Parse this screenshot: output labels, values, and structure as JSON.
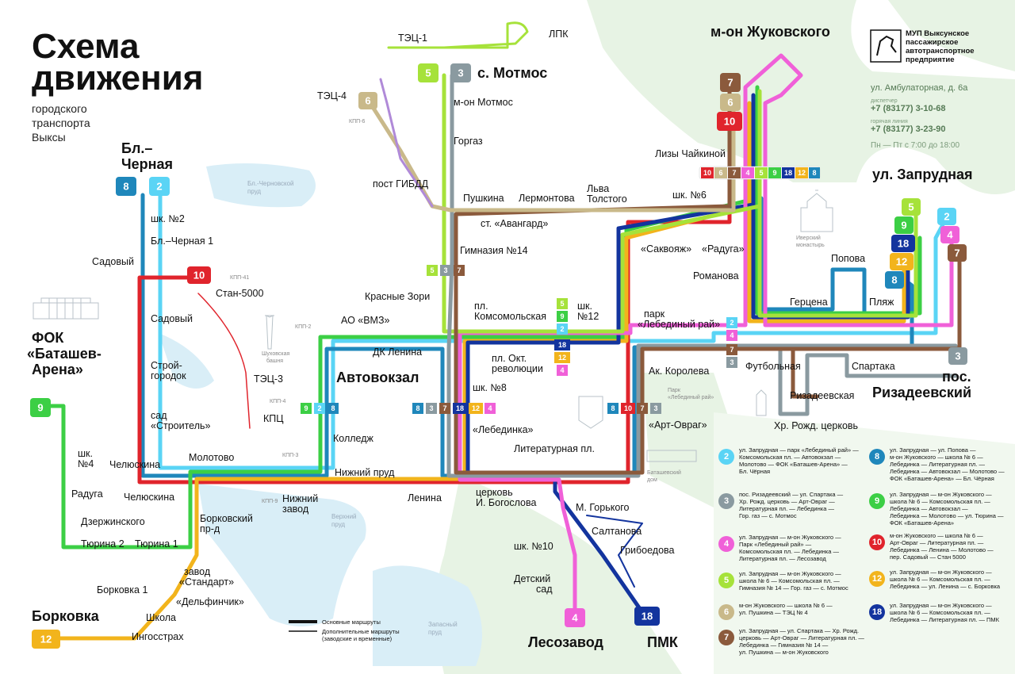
{
  "title": {
    "line1": "Схема",
    "line2": "движения",
    "sub1": "городского",
    "sub2": "транспорта",
    "sub3": "Выксы"
  },
  "org": {
    "line1": "МУП Выксунское",
    "line2": "пассажирское",
    "line3": "автотранспортное",
    "line4": "предприятие",
    "address": "ул. Амбулаторная, д. 6а",
    "dispatcher_label": "диспетчер",
    "dispatcher_phone": "+7 (83177) 3-10-68",
    "hotline_label": "горячая линия",
    "hotline_phone": "+7 (83177) 3-23-90",
    "hours": "Пн — Пт с 7:00 до 18:00"
  },
  "colors": {
    "r2": "#5ad4f5",
    "r3": "#8a9aa0",
    "r4": "#f060d8",
    "r5": "#a6e23a",
    "r6": "#c9b98a",
    "r7": "#8b5a3c",
    "r8": "#1f87bb",
    "r9": "#3ccf45",
    "r10": "#e0242c",
    "r12": "#f2b41c",
    "r18": "#13349e",
    "water": "#d9eef7",
    "green": "#e7f3e4"
  },
  "terminals": {
    "bl_chernaya": "Бл.–\nЧерная",
    "motmos": "с. Мотмос",
    "zhukovskogo": "м-он Жуковского",
    "zaprudnaya": "ул. Запрудная",
    "fok": "ФОК\n«Баташев-\nАрена»",
    "avtovokzal": "Автовокзал",
    "rizadeevsky": "пос.\nРизадеевский",
    "borkovka": "Борковка",
    "lesozavod": "Лесозавод",
    "pmk": "ПМК"
  },
  "stations": {
    "tets1": "ТЭЦ-1",
    "lpk": "ЛПК",
    "tets4": "ТЭЦ-4",
    "mon_motmos": "м-он Мотмос",
    "gorgaz": "Горгаз",
    "post_gibdd": "пост ГИБДД",
    "pushkina": "Пушкина",
    "lermontova": "Лермонтова",
    "lva_tolstogo": "Льва\nТолстого",
    "avangard": "ст. «Авангард»",
    "gimnaziya": "Гимназия №14",
    "krasnye_zori": "Красные Зори",
    "komsomolskaya": "пл.\nКомсомольская",
    "shk12": "шк.\n№12",
    "ao_vmz": "АО «ВМЗ»",
    "dk_lenina": "ДК Ленина",
    "okt_rev": "пл. Окт.\nреволюции",
    "shk8": "шк. №8",
    "lebedinka": "«Лебединка»",
    "literaturnaya": "Литературная пл.",
    "kolledzh": "Колледж",
    "nizhny_prud": "Нижний пруд",
    "lenina": "Ленина",
    "tserkov": "церковь\nИ. Богослова",
    "nizhny_zavod": "Нижний\nзавод",
    "m_gorkogo": "М. Горького",
    "saltanova": "Салтанова",
    "griboedova": "Грибоедова",
    "shk10": "шк. №10",
    "detsky_sad": "Детский\nсад",
    "tets3": "ТЭЦ-3",
    "kpc": "КПЦ",
    "stan5000": "Стан-5000",
    "shk2": "шк. №2",
    "bl_chernaya1": "Бл.–Черная 1",
    "sadovy1": "Садовый",
    "sadovy2": "Садовый",
    "stroigorodok": "Строй-\nгородок",
    "sad_stroitel": "сад\n«Строитель»",
    "molotovo": "Молотово",
    "chelyuskina1": "Челюскина",
    "chelyuskina2": "Челюскина",
    "shk4": "шк.\n№4",
    "raduga1": "Радуга",
    "dzerzhinskogo": "Дзержинского",
    "tyurina2": "Тюрина 2",
    "tyurina1": "Тюрина 1",
    "borkovsky": "Борковский\nпр-д",
    "zavod_standart": "завод\n«Стандарт»",
    "delfinchik": "«Дельфинчик»",
    "borkovka1": "Борковка 1",
    "shkola": "Школа",
    "ingosstrakh": "Ингосстрах",
    "lizy_chaikinoy": "Лизы Чайкиной",
    "shk6": "шк. №6",
    "sakvoyazh": "«Саквояж»",
    "raduga2": "«Радуга»",
    "romanova": "Романова",
    "gertsena": "Герцена",
    "popova": "Попова",
    "plyazh": "Пляж",
    "park_lebediny": "парк\n«Лебединый рай»",
    "ak_koroleva": "Ак. Королева",
    "art_ovrag": "«Арт-Овраг»",
    "futbolnaya": "Футбольная",
    "spartaka": "Спартака",
    "rizadeevskaya": "Ризадеевская",
    "khr_rozhd": "Хр. Рожд. церковь"
  },
  "places": {
    "bl_chern_prud": "Бл.-Черновской\nпруд",
    "shukh_bashnya": "Шуховская\nбашня",
    "iversky": "Иверский\nмонастырь",
    "park_lebediny_bg": "Парк\n«Лебединый рай»",
    "batashevsky_dom": "Баташевский\nдом",
    "verkhny_prud": "Верхний\nпруд",
    "zapasny_prud": "Запасный\nпруд"
  },
  "checkpoints": {
    "kpp6": "КПП-6",
    "kpp41": "КПП-41",
    "kpp2": "КПП-2",
    "kpp4": "КПП-4",
    "kpp3": "КПП-3",
    "kpp9": "КПП-9"
  },
  "legend": {
    "main": "Основные маршруты",
    "extra1": "Дополнительные маршруты",
    "extra2": "(заводские и временные)"
  },
  "route_list": [
    {
      "num": "2",
      "color": "#5ad4f5",
      "text": "ул. Запрудная — парк «Лебединый рай» —\nКомсомольская пл. — Автовокзал —\nМолотово — ФОК «Баташев-Арена» —\nБл. Чёрная"
    },
    {
      "num": "3",
      "color": "#8a9aa0",
      "text": "пос. Ризадеевский — ул. Спартака —\nХр. Рожд. церковь — Арт-Овраг —\nЛитературная пл. — Лебединка —\nГор. газ — с. Мотмос"
    },
    {
      "num": "4",
      "color": "#f060d8",
      "text": "ул. Запрудная — м-он Жуковского —\nПарк «Лебединый рай» —\nКомсомольская пл. — Лебединка —\nЛитературная пл. — Лесозавод"
    },
    {
      "num": "5",
      "color": "#a6e23a",
      "text": "ул. Запрудная — м-он Жуковского —\nшкола № 6 — Комсомольская пл. —\nГимназия № 14 — Гор. газ — с. Мотмос"
    },
    {
      "num": "6",
      "color": "#c9b98a",
      "text": "м-он Жуковского — школа № 6 —\nул. Пушкина — ТЭЦ № 4"
    },
    {
      "num": "7",
      "color": "#8b5a3c",
      "text": "ул. Запрудная — ул. Спартака — Хр. Рожд.\nцерковь — Арт-Овраг — Литературная пл. —\nЛебединка — Гимназия № 14 —\nул. Пушкина — м-он Жуковского"
    },
    {
      "num": "8",
      "color": "#1f87bb",
      "text": "ул. Запрудная — ул. Попова —\nм-он Жуковского — школа № 6 —\nЛебединка — Литературная пл. —\nЛебединка — Автовокзал — Молотово —\nФОК «Баташев-Арена» — Бл. Чёрная"
    },
    {
      "num": "9",
      "color": "#3ccf45",
      "text": "ул. Запрудная — м-он Жуковского —\nшкола № 6 — Комсомольская пл. —\nЛебединка — Автовокзал —\nЛебединка — Молотово — ул. Тюрина —\nФОК «Баташев-Арена»"
    },
    {
      "num": "10",
      "color": "#e0242c",
      "text": "м-он Жуковского — школа № 6 —\nАрт-Овраг — Литературная пл. —\nЛебединка — Ленина — Молотово —\nпер. Садовый — Стан 5000"
    },
    {
      "num": "12",
      "color": "#f2b41c",
      "text": "ул. Запрудная — м-он Жуковского —\nшкола № 6 — Комсомольская пл. —\nЛебединка — ул. Ленина — с. Борковка"
    },
    {
      "num": "18",
      "color": "#13349e",
      "text": "ул. Запрудная — м-он Жуковского —\nшкола № 6 — Комсомольская пл. —\nЛебединка — Литературная пл. — ПМК"
    }
  ]
}
